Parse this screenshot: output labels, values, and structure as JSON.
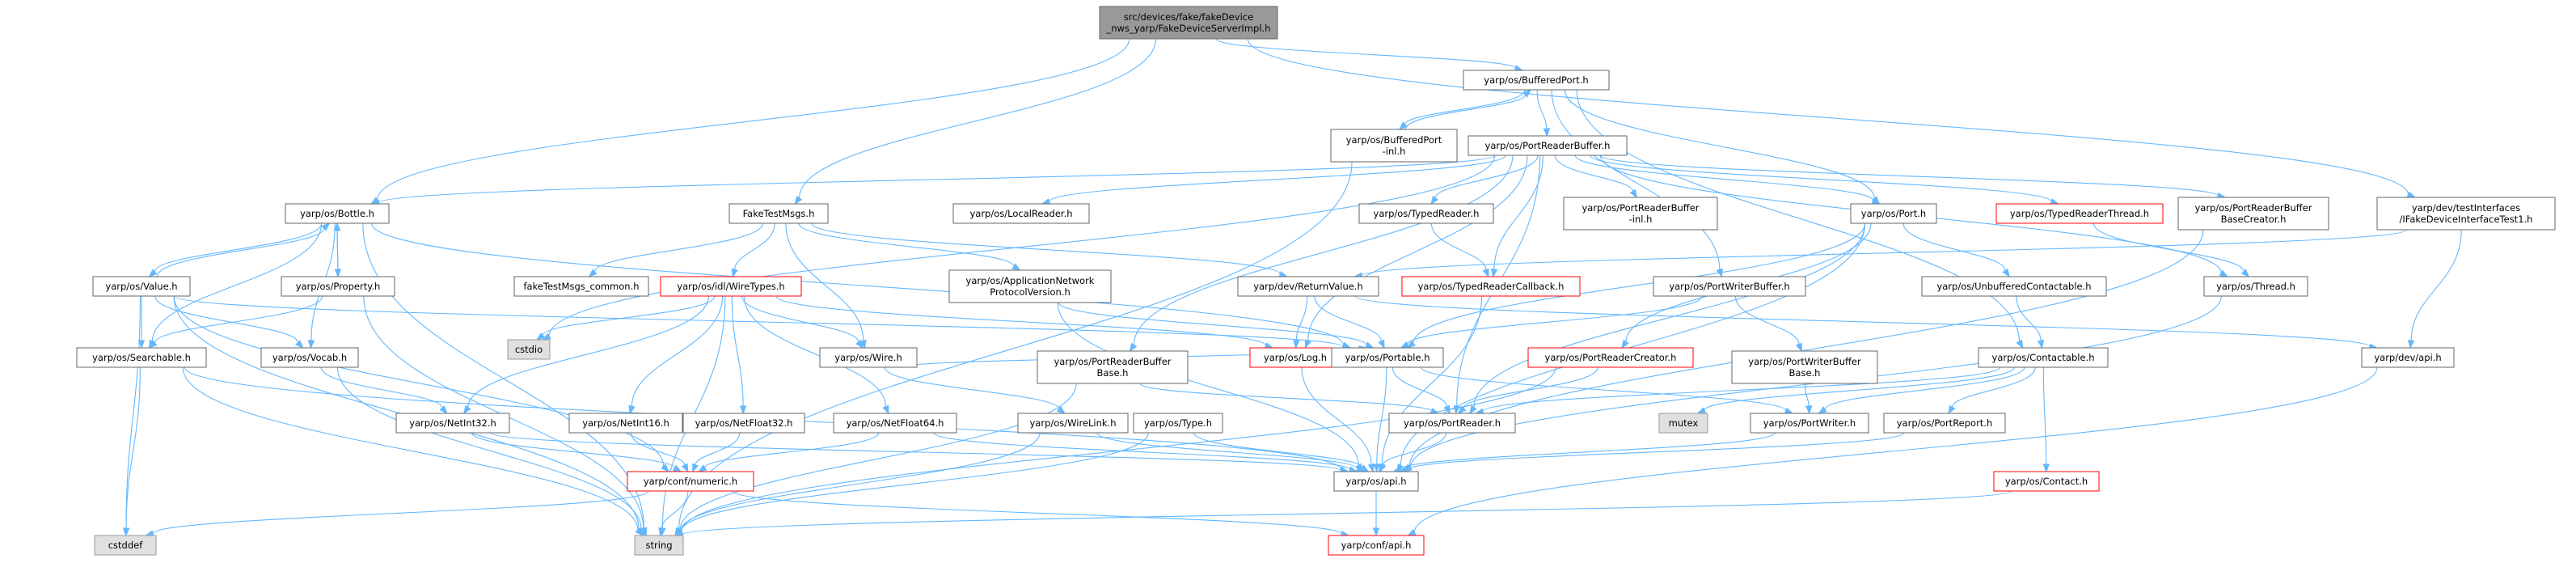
{
  "colors": {
    "edge": "#63b8ff",
    "node_border": "#666666",
    "node_fill": "#ffffff",
    "root_fill": "#999999",
    "system_fill": "#e0e0e0",
    "system_border": "#999999",
    "truncated_border": "#ff0000"
  },
  "nodes": {
    "root": {
      "label": "src/devices/fake/fakeDevice\n_nws_yarp/FakeDeviceServerImpl.h",
      "kind": "root"
    },
    "buffered_port": {
      "label": "yarp/os/BufferedPort.h",
      "kind": "normal"
    },
    "buffered_port_inl": {
      "label": "yarp/os/BufferedPort\n-inl.h",
      "kind": "normal"
    },
    "port_reader_buffer": {
      "label": "yarp/os/PortReaderBuffer.h",
      "kind": "normal"
    },
    "bottle": {
      "label": "yarp/os/Bottle.h",
      "kind": "normal"
    },
    "fake_test_msgs": {
      "label": "FakeTestMsgs.h",
      "kind": "normal"
    },
    "local_reader": {
      "label": "yarp/os/LocalReader.h",
      "kind": "normal"
    },
    "typed_reader": {
      "label": "yarp/os/TypedReader.h",
      "kind": "normal"
    },
    "prb_inl": {
      "label": "yarp/os/PortReaderBuffer\n-inl.h",
      "kind": "normal"
    },
    "port": {
      "label": "yarp/os/Port.h",
      "kind": "normal"
    },
    "typed_reader_thread": {
      "label": "yarp/os/TypedReaderThread.h",
      "kind": "truncated"
    },
    "prb_base_creator": {
      "label": "yarp/os/PortReaderBuffer\nBaseCreator.h",
      "kind": "normal"
    },
    "itest1": {
      "label": "yarp/dev/testInterfaces\n/IFakeDeviceInterfaceTest1.h",
      "kind": "normal"
    },
    "value": {
      "label": "yarp/os/Value.h",
      "kind": "normal"
    },
    "property": {
      "label": "yarp/os/Property.h",
      "kind": "normal"
    },
    "fake_common": {
      "label": "fakeTestMsgs_common.h",
      "kind": "normal"
    },
    "wire_types": {
      "label": "yarp/os/idl/WireTypes.h",
      "kind": "truncated"
    },
    "app_net": {
      "label": "yarp/os/ApplicationNetwork\nProtocolVersion.h",
      "kind": "normal"
    },
    "return_value": {
      "label": "yarp/dev/ReturnValue.h",
      "kind": "normal"
    },
    "typed_reader_callback": {
      "label": "yarp/os/TypedReaderCallback.h",
      "kind": "truncated"
    },
    "port_writer_buffer": {
      "label": "yarp/os/PortWriterBuffer.h",
      "kind": "normal"
    },
    "unbuffered": {
      "label": "yarp/os/UnbufferedContactable.h",
      "kind": "normal"
    },
    "thread": {
      "label": "yarp/os/Thread.h",
      "kind": "normal"
    },
    "cstdio": {
      "label": "cstdio",
      "kind": "system"
    },
    "searchable": {
      "label": "yarp/os/Searchable.h",
      "kind": "normal"
    },
    "vocab": {
      "label": "yarp/os/Vocab.h",
      "kind": "normal"
    },
    "wire": {
      "label": "yarp/os/Wire.h",
      "kind": "normal"
    },
    "prb_base": {
      "label": "yarp/os/PortReaderBuffer\nBase.h",
      "kind": "normal"
    },
    "log": {
      "label": "yarp/os/Log.h",
      "kind": "truncated"
    },
    "portable": {
      "label": "yarp/os/Portable.h",
      "kind": "normal"
    },
    "port_reader_creator": {
      "label": "yarp/os/PortReaderCreator.h",
      "kind": "truncated"
    },
    "pwb_base": {
      "label": "yarp/os/PortWriterBuffer\nBase.h",
      "kind": "normal"
    },
    "contactable": {
      "label": "yarp/os/Contactable.h",
      "kind": "normal"
    },
    "dev_api": {
      "label": "yarp/dev/api.h",
      "kind": "normal"
    },
    "netint32": {
      "label": "yarp/os/NetInt32.h",
      "kind": "normal"
    },
    "netint16": {
      "label": "yarp/os/NetInt16.h",
      "kind": "normal"
    },
    "netfloat32": {
      "label": "yarp/os/NetFloat32.h",
      "kind": "normal"
    },
    "netfloat64": {
      "label": "yarp/os/NetFloat64.h",
      "kind": "normal"
    },
    "wire_link": {
      "label": "yarp/os/WireLink.h",
      "kind": "normal"
    },
    "type": {
      "label": "yarp/os/Type.h",
      "kind": "normal"
    },
    "port_reader": {
      "label": "yarp/os/PortReader.h",
      "kind": "normal"
    },
    "mutex": {
      "label": "mutex",
      "kind": "system"
    },
    "port_writer": {
      "label": "yarp/os/PortWriter.h",
      "kind": "normal"
    },
    "port_report": {
      "label": "yarp/os/PortReport.h",
      "kind": "normal"
    },
    "conf_numeric": {
      "label": "yarp/conf/numeric.h",
      "kind": "truncated"
    },
    "os_api": {
      "label": "yarp/os/api.h",
      "kind": "normal"
    },
    "contact": {
      "label": "yarp/os/Contact.h",
      "kind": "truncated"
    },
    "cstddef": {
      "label": "cstddef",
      "kind": "system"
    },
    "string": {
      "label": "string",
      "kind": "system"
    },
    "conf_api": {
      "label": "yarp/conf/api.h",
      "kind": "truncated"
    }
  },
  "edges": [
    [
      "root",
      "buffered_port"
    ],
    [
      "root",
      "bottle"
    ],
    [
      "root",
      "fake_test_msgs"
    ],
    [
      "root",
      "itest1"
    ],
    [
      "buffered_port",
      "buffered_port_inl"
    ],
    [
      "buffered_port",
      "port_reader_buffer"
    ],
    [
      "buffered_port",
      "port"
    ],
    [
      "buffered_port",
      "port_writer_buffer"
    ],
    [
      "buffered_port",
      "contactable"
    ],
    [
      "buffered_port_inl",
      "buffered_port"
    ],
    [
      "buffered_port_inl",
      "string"
    ],
    [
      "port_reader_buffer",
      "bottle"
    ],
    [
      "port_reader_buffer",
      "local_reader"
    ],
    [
      "port_reader_buffer",
      "typed_reader"
    ],
    [
      "port_reader_buffer",
      "prb_inl"
    ],
    [
      "port_reader_buffer",
      "port"
    ],
    [
      "port_reader_buffer",
      "typed_reader_thread"
    ],
    [
      "port_reader_buffer",
      "prb_base_creator"
    ],
    [
      "port_reader_buffer",
      "typed_reader_callback"
    ],
    [
      "port_reader_buffer",
      "prb_base"
    ],
    [
      "port_reader_buffer",
      "port_reader"
    ],
    [
      "port_reader_buffer",
      "cstdio"
    ],
    [
      "port_reader_buffer",
      "thread"
    ],
    [
      "port_reader_buffer",
      "log"
    ],
    [
      "bottle",
      "value"
    ],
    [
      "bottle",
      "property"
    ],
    [
      "bottle",
      "searchable"
    ],
    [
      "bottle",
      "vocab"
    ],
    [
      "bottle",
      "portable"
    ],
    [
      "bottle",
      "string"
    ],
    [
      "value",
      "bottle"
    ],
    [
      "value",
      "searchable"
    ],
    [
      "value",
      "vocab"
    ],
    [
      "value",
      "portable"
    ],
    [
      "value",
      "conf_numeric"
    ],
    [
      "value",
      "cstddef"
    ],
    [
      "value",
      "string"
    ],
    [
      "property",
      "bottle"
    ],
    [
      "property",
      "searchable"
    ],
    [
      "property",
      "string"
    ],
    [
      "fake_test_msgs",
      "fake_common"
    ],
    [
      "fake_test_msgs",
      "wire_types"
    ],
    [
      "fake_test_msgs",
      "app_net"
    ],
    [
      "fake_test_msgs",
      "return_value"
    ],
    [
      "fake_test_msgs",
      "wire"
    ],
    [
      "wire_types",
      "cstdio"
    ],
    [
      "wire_types",
      "wire"
    ],
    [
      "wire_types",
      "netint32"
    ],
    [
      "wire_types",
      "netint16"
    ],
    [
      "wire_types",
      "netfloat32"
    ],
    [
      "wire_types",
      "netfloat64"
    ],
    [
      "wire_types",
      "string"
    ],
    [
      "wire_types",
      "log"
    ],
    [
      "app_net",
      "portable"
    ],
    [
      "app_net",
      "os_api"
    ],
    [
      "return_value",
      "portable"
    ],
    [
      "return_value",
      "log"
    ],
    [
      "return_value",
      "dev_api"
    ],
    [
      "typed_reader",
      "typed_reader_callback"
    ],
    [
      "typed_reader_callback",
      "os_api"
    ],
    [
      "typed_reader_thread",
      "thread"
    ],
    [
      "port",
      "unbuffered"
    ],
    [
      "port",
      "port_reader_creator"
    ],
    [
      "port",
      "portable"
    ],
    [
      "port",
      "port_reader"
    ],
    [
      "port",
      "os_api"
    ],
    [
      "unbuffered",
      "contactable"
    ],
    [
      "port_writer_buffer",
      "portable"
    ],
    [
      "port_writer_buffer",
      "pwb_base"
    ],
    [
      "pwb_base",
      "port_writer"
    ],
    [
      "contactable",
      "port_reader"
    ],
    [
      "contactable",
      "port_writer"
    ],
    [
      "contactable",
      "port_report"
    ],
    [
      "contactable",
      "mutex"
    ],
    [
      "contactable",
      "contact"
    ],
    [
      "searchable",
      "cstddef"
    ],
    [
      "searchable",
      "string"
    ],
    [
      "searchable",
      "os_api"
    ],
    [
      "vocab",
      "netint32"
    ],
    [
      "vocab",
      "string"
    ],
    [
      "wire",
      "wire_link"
    ],
    [
      "wire",
      "portable"
    ],
    [
      "prb_base",
      "port_reader"
    ],
    [
      "prb_base",
      "string"
    ],
    [
      "log",
      "os_api"
    ],
    [
      "portable",
      "port_reader"
    ],
    [
      "portable",
      "port_writer"
    ],
    [
      "portable",
      "os_api"
    ],
    [
      "port_reader_creator",
      "port_reader"
    ],
    [
      "port_reader_creator",
      "string"
    ],
    [
      "itest1",
      "return_value"
    ],
    [
      "itest1",
      "dev_api"
    ],
    [
      "dev_api",
      "conf_api"
    ],
    [
      "netint32",
      "conf_numeric"
    ],
    [
      "netint32",
      "os_api"
    ],
    [
      "netint16",
      "conf_numeric"
    ],
    [
      "netfloat32",
      "conf_numeric"
    ],
    [
      "netfloat64",
      "conf_numeric"
    ],
    [
      "netfloat64",
      "os_api"
    ],
    [
      "wire_link",
      "os_api"
    ],
    [
      "wire_link",
      "string"
    ],
    [
      "type",
      "os_api"
    ],
    [
      "type",
      "string"
    ],
    [
      "port_reader",
      "os_api"
    ],
    [
      "port_writer",
      "os_api"
    ],
    [
      "port_report",
      "os_api"
    ],
    [
      "thread",
      "os_api"
    ],
    [
      "prb_base_creator",
      "os_api"
    ],
    [
      "conf_numeric",
      "cstddef"
    ],
    [
      "conf_numeric",
      "string"
    ],
    [
      "conf_numeric",
      "conf_api"
    ],
    [
      "os_api",
      "conf_api"
    ],
    [
      "contact",
      "string"
    ]
  ]
}
